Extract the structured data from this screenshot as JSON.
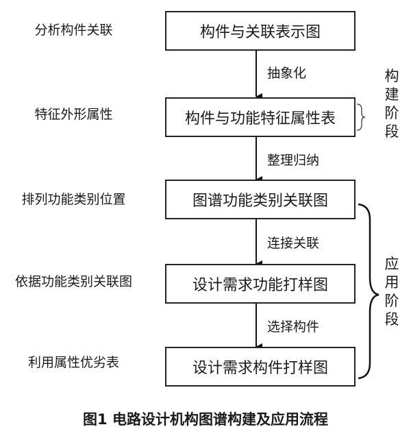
{
  "steps": [
    {
      "left_label": "分析构件关联",
      "box_label": "构件与关联表示图"
    },
    {
      "left_label": "特征外形属性",
      "box_label": "构件与功能特征属性表"
    },
    {
      "left_label": "排列功能类别位置",
      "box_label": "图谱功能类别关联图"
    },
    {
      "left_label": "依据功能类别关联图",
      "box_label": "设计需求功能打样图"
    },
    {
      "left_label": "利用属性优劣表",
      "box_label": "设计需求构件打样图"
    }
  ],
  "arrows": [
    "抽象化",
    "整理归纳",
    "连接关联",
    "选择构件"
  ],
  "stages": {
    "construction": [
      "构",
      "建",
      "阶",
      "段"
    ],
    "application": [
      "应",
      "用",
      "阶",
      "段"
    ]
  },
  "caption": "图1  电路设计机构图谱构建及应用流程"
}
